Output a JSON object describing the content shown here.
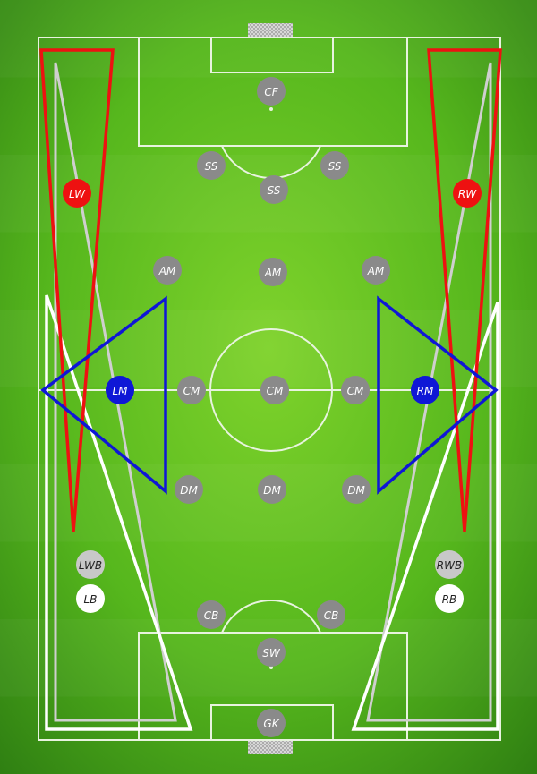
{
  "colors": {
    "pitch_light": "#7fd32c",
    "pitch_mid": "#56b71d",
    "pitch_dark": "#2e7e12",
    "line": "#e8f3df",
    "neutral_marker": "#8a8a8a",
    "wing_red": "#ee1111",
    "wide_blue": "#0f17d6",
    "wingback_light": "#c8c8c8",
    "fullback_white": "#ffffff",
    "zone_gray": "#cfcfcf"
  },
  "positions": [
    {
      "label": "CF",
      "group": "neutral"
    },
    {
      "label": "SS",
      "group": "neutral"
    },
    {
      "label": "SS",
      "group": "neutral"
    },
    {
      "label": "SS",
      "group": "neutral"
    },
    {
      "label": "LW",
      "group": "wing"
    },
    {
      "label": "RW",
      "group": "wing"
    },
    {
      "label": "AM",
      "group": "neutral"
    },
    {
      "label": "AM",
      "group": "neutral"
    },
    {
      "label": "AM",
      "group": "neutral"
    },
    {
      "label": "LM",
      "group": "wide"
    },
    {
      "label": "CM",
      "group": "neutral"
    },
    {
      "label": "CM",
      "group": "neutral"
    },
    {
      "label": "CM",
      "group": "neutral"
    },
    {
      "label": "RM",
      "group": "wide"
    },
    {
      "label": "DM",
      "group": "neutral"
    },
    {
      "label": "DM",
      "group": "neutral"
    },
    {
      "label": "DM",
      "group": "neutral"
    },
    {
      "label": "LWB",
      "group": "wingback"
    },
    {
      "label": "RWB",
      "group": "wingback"
    },
    {
      "label": "LB",
      "group": "fullback"
    },
    {
      "label": "RB",
      "group": "fullback"
    },
    {
      "label": "CB",
      "group": "neutral"
    },
    {
      "label": "CB",
      "group": "neutral"
    },
    {
      "label": "SW",
      "group": "neutral"
    },
    {
      "label": "GK",
      "group": "neutral"
    }
  ],
  "zones": [
    {
      "name": "left-winger-zone",
      "style": "wing"
    },
    {
      "name": "right-winger-zone",
      "style": "wing"
    },
    {
      "name": "left-midfield-zone",
      "style": "wide"
    },
    {
      "name": "right-midfield-zone",
      "style": "wide"
    },
    {
      "name": "left-wingback-zone",
      "style": "wingback"
    },
    {
      "name": "right-wingback-zone",
      "style": "wingback"
    },
    {
      "name": "left-fullback-zone",
      "style": "fullback"
    },
    {
      "name": "right-fullback-zone",
      "style": "fullback"
    }
  ]
}
